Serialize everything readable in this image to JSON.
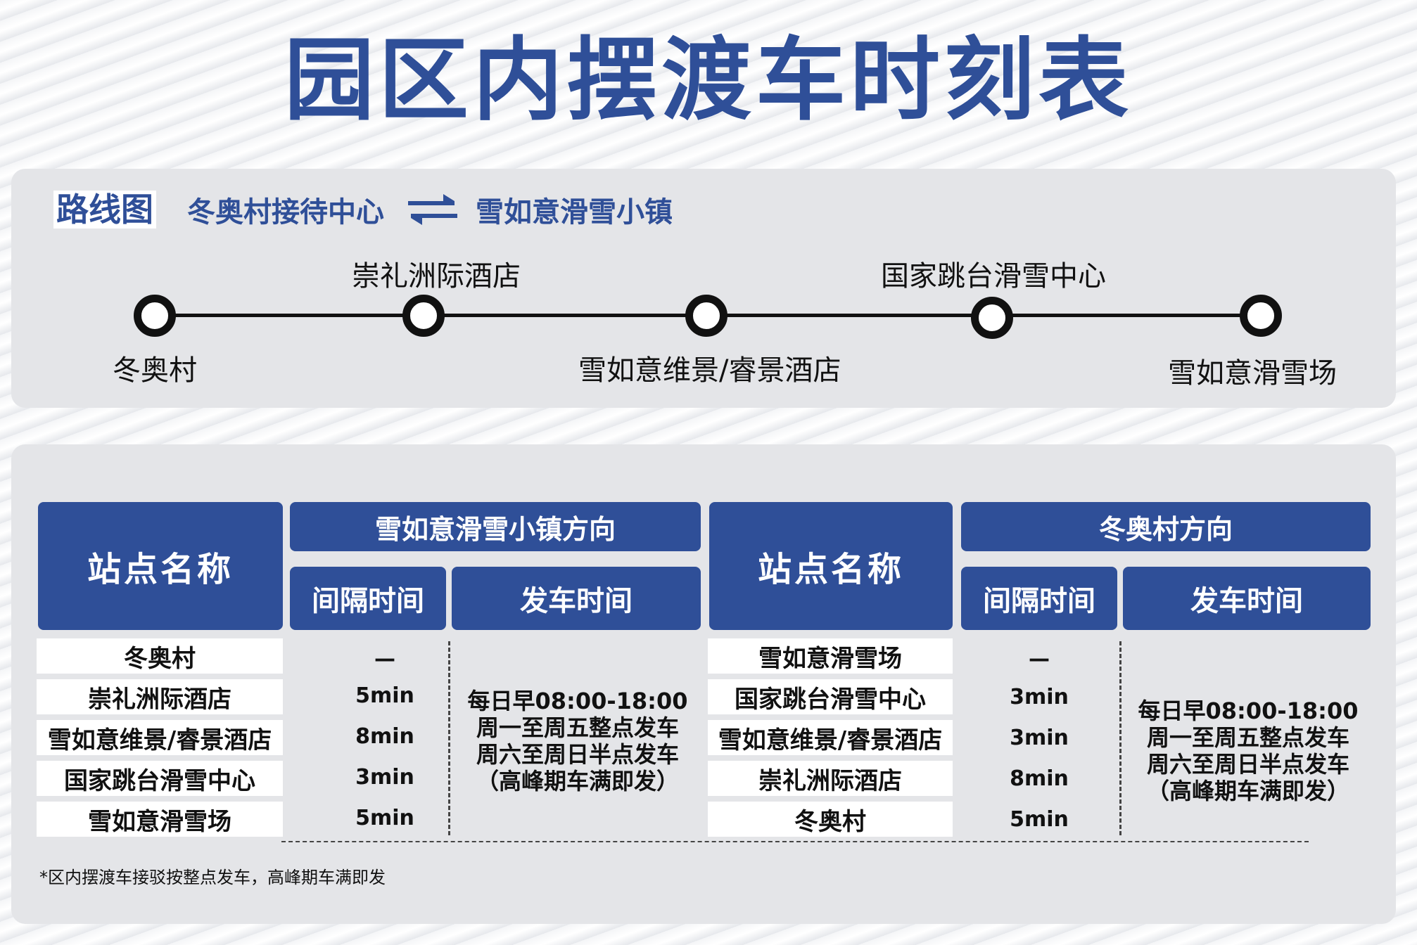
{
  "title": "园区内摆渡车时刻表",
  "route": {
    "label": "路线图",
    "from": "冬奥村接待中心",
    "to": "雪如意滑雪小镇",
    "stations": [
      "冬奥村",
      "崇礼洲际酒店",
      "雪如意维景/睿景酒店",
      "国家跳台滑雪中心",
      "雪如意滑雪场"
    ]
  },
  "table": {
    "station_header": "站点名称",
    "interval_header": "间隔时间",
    "depart_header": "发车时间",
    "left": {
      "direction": "雪如意滑雪小镇方向",
      "rows": [
        {
          "station": "冬奥村",
          "interval": "—"
        },
        {
          "station": "崇礼洲际酒店",
          "interval": "5min"
        },
        {
          "station": "雪如意维景/睿景酒店",
          "interval": "8min"
        },
        {
          "station": "国家跳台滑雪中心",
          "interval": "3min"
        },
        {
          "station": "雪如意滑雪场",
          "interval": "5min"
        }
      ],
      "schedule": [
        "每日早08:00-18:00",
        "周一至周五整点发车",
        "周六至周日半点发车",
        "（高峰期车满即发）"
      ]
    },
    "right": {
      "direction": "冬奥村方向",
      "rows": [
        {
          "station": "雪如意滑雪场",
          "interval": "—"
        },
        {
          "station": "国家跳台滑雪中心",
          "interval": "3min"
        },
        {
          "station": "雪如意维景/睿景酒店",
          "interval": "3min"
        },
        {
          "station": "崇礼洲际酒店",
          "interval": "8min"
        },
        {
          "station": "冬奥村",
          "interval": "5min"
        }
      ],
      "schedule": [
        "每日早08:00-18:00",
        "周一至周五整点发车",
        "周六至周日半点发车",
        "（高峰期车满即发）"
      ]
    }
  },
  "note": "*区内摆渡车接驳按整点发车，高峰期车满即发",
  "colors": {
    "accent": "#2f4f98",
    "panel": "#e4e5e8"
  }
}
